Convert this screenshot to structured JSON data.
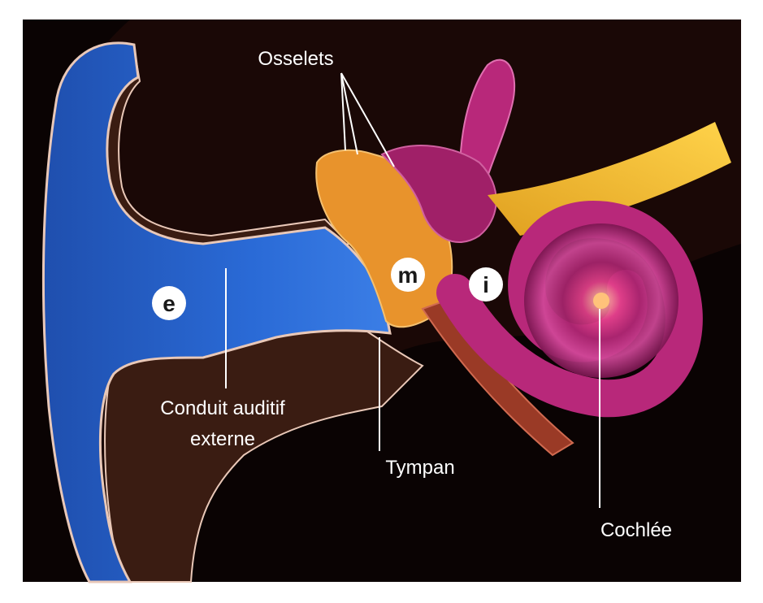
{
  "labels": {
    "ossicles": "Osselets",
    "canal_line1": "Conduit auditif",
    "canal_line2": "externe",
    "eardrum": "Tympan",
    "cochlea": "Cochlée"
  },
  "zones": {
    "outer": "e",
    "middle": "m",
    "inner": "i"
  },
  "colors": {
    "background": "#0a0303",
    "outer_ear": "#2563c9",
    "ear_skin": "#3a1c12",
    "middle_ear": "#e8932c",
    "inner_ear": "#b8287a",
    "nerve": "#f0b82a",
    "tube": "#9a3a26"
  }
}
